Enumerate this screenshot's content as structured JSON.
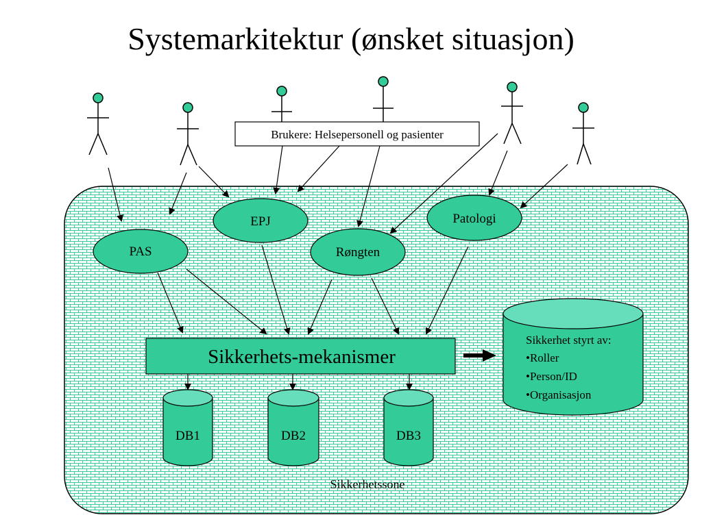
{
  "title": "Systemarkitektur (ønsket situasjon)",
  "users_label": "Brukere: Helsepersonell og pasienter",
  "zone_label": "Sikkerhetssone",
  "systems": {
    "pas": "PAS",
    "epj": "EPJ",
    "rontgen": "Røngten",
    "patologi": "Patologi"
  },
  "security_mechanism": "Sikkerhets-mekanismer",
  "databases": {
    "db1": "DB1",
    "db2": "DB2",
    "db3": "DB3"
  },
  "policy": {
    "heading": "Sikkerhet styrt av:",
    "items": [
      "•Roller",
      "•Person/ID",
      "•Organisasjon"
    ]
  },
  "colors": {
    "fill": "#33cc99",
    "light_fill": "#66ddbb",
    "grid": "#33cc99"
  }
}
